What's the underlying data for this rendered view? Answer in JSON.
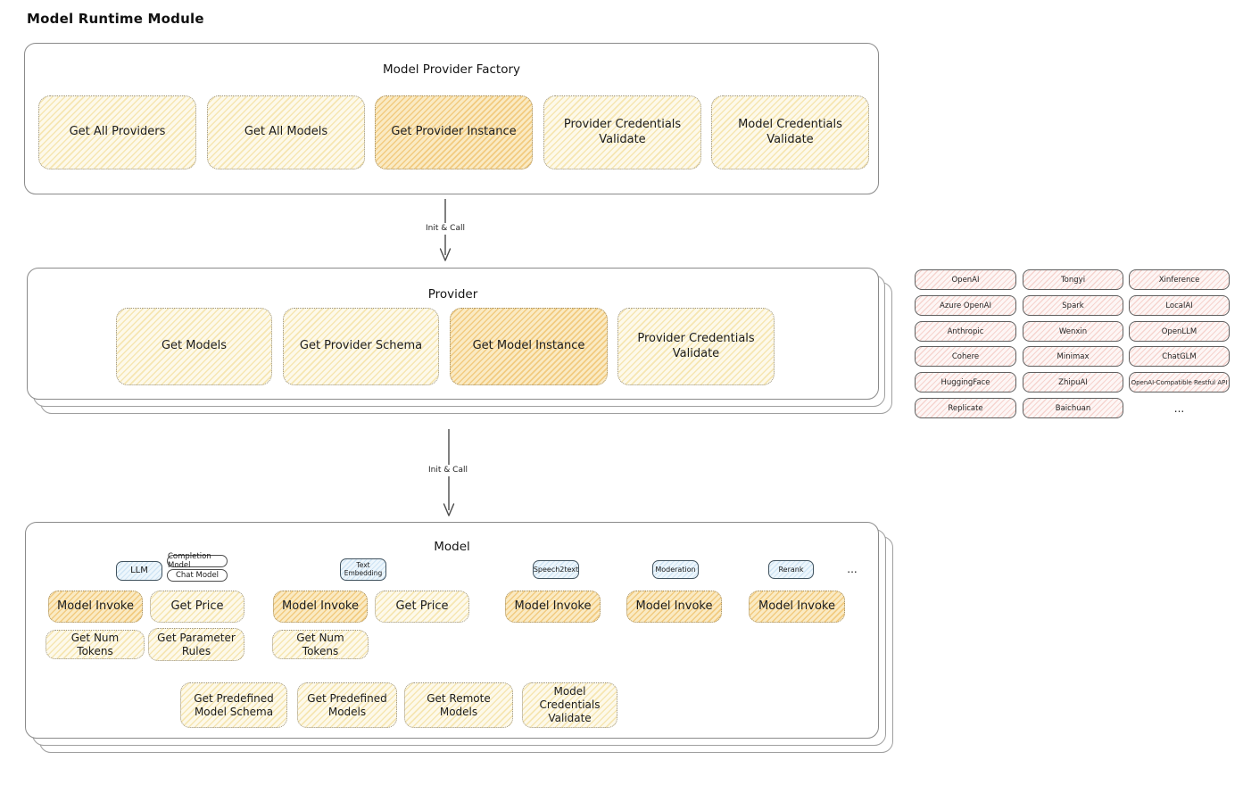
{
  "title": "Model Runtime Module",
  "colors": {
    "yellow_fill": "#fdf9ea",
    "yellow_hatch": "#f6e6b2",
    "highlight_hatch": "#f2cb80",
    "vendor_pink_hatch": "#f6d4cf",
    "tab_blue_hatch": "#cfe4f4",
    "container_border": "#8a8a8a"
  },
  "arrows": {
    "factory_to_provider": "Init & Call",
    "provider_to_model": "Init & Call"
  },
  "factory": {
    "title": "Model Provider Factory",
    "boxes": [
      {
        "label": "Get All Providers",
        "highlight": false
      },
      {
        "label": "Get All Models",
        "highlight": false
      },
      {
        "label": "Get Provider Instance",
        "highlight": true
      },
      {
        "label": "Provider Credentials Validate",
        "highlight": false
      },
      {
        "label": "Model Credentials Validate",
        "highlight": false
      }
    ]
  },
  "provider": {
    "title": "Provider",
    "boxes": [
      {
        "label": "Get Models",
        "highlight": false
      },
      {
        "label": "Get Provider Schema",
        "highlight": false
      },
      {
        "label": "Get Model Instance",
        "highlight": true
      },
      {
        "label": "Provider Credentials Validate",
        "highlight": false
      }
    ]
  },
  "vendors": {
    "items": [
      "OpenAI",
      "Tongyi",
      "Xinference",
      "Azure OpenAI",
      "Spark",
      "LocalAI",
      "Anthropic",
      "Wenxin",
      "OpenLLM",
      "Cohere",
      "Minimax",
      "ChatGLM",
      "HuggingFace",
      "ZhipuAI",
      "OpenAI-Compatible Restful API",
      "Replicate",
      "Baichuan"
    ],
    "more": "..."
  },
  "model": {
    "title": "Model",
    "ellipsis": "...",
    "groups": [
      {
        "tab": "LLM",
        "subtabs": [
          "Completion Model",
          "Chat Model"
        ],
        "actions": [
          "Model Invoke",
          "Get Price",
          "Get Num Tokens",
          "Get Parameter Rules"
        ]
      },
      {
        "tab": "Text Embedding",
        "actions": [
          "Model Invoke",
          "Get Price",
          "Get Num Tokens"
        ]
      },
      {
        "tab": "Speech2text",
        "actions": [
          "Model Invoke"
        ]
      },
      {
        "tab": "Moderation",
        "actions": [
          "Model Invoke"
        ]
      },
      {
        "tab": "Rerank",
        "actions": [
          "Model Invoke"
        ]
      }
    ],
    "common_actions": [
      "Get Predefined Model Schema",
      "Get Predefined Models",
      "Get Remote Models",
      "Model Credentials Validate"
    ]
  }
}
